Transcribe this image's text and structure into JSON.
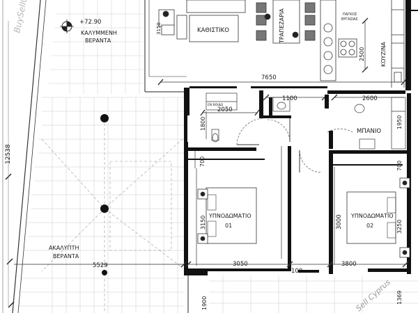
{
  "labels": {
    "level": "+72.90",
    "covered_veranda_1": "ΚΑΛΥΜΜΕΝΗ",
    "covered_veranda_2": "ΒΕΡΑΝΤΑ",
    "open_veranda_1": "ΑΚΑΛΥΠΤΗ",
    "open_veranda_2": "ΒΕΡΑΝΤΑ",
    "living": "ΚΑΘΙΣΤΙΚΟ",
    "dining": "ΤΡΑΠΕΖΑΡΙΑ",
    "kitchen": "ΚΟΥΖΙΝΑ",
    "bath": "ΜΠΑΝΙΟ",
    "bedroom1_a": "ΥΠΝΟΔΩΜΑΤΙΟ",
    "bedroom1_b": "01",
    "bedroom2_a": "ΥΠΝΟΔΩΜΑΤΙΟ",
    "bedroom2_b": "02",
    "worktop_1": "ΠΑΓΚΟΣ",
    "worktop_2": "ΕΡΓΑΣΙΑΣ",
    "walkin": "ΕΝ ΒΟΙΔΩ"
  },
  "dimensions": {
    "d7650": "7650",
    "d2050": "2050",
    "d1100": "1100",
    "d2600": "2600",
    "d1950": "1950",
    "d1800": "1800",
    "d2500": "2500",
    "d12538": "12538",
    "d5529": "5529",
    "d3050": "3050",
    "d100": "100",
    "d3800": "3800",
    "d700a": "700",
    "d700b": "700",
    "d3150": "3150",
    "d3000": "3000",
    "d3250": "3250",
    "d1900": "1900",
    "d1369": "1369"
  },
  "watermarks": {
    "top_left": "BuySellCy",
    "bottom_right": "Sell Cyprus"
  }
}
